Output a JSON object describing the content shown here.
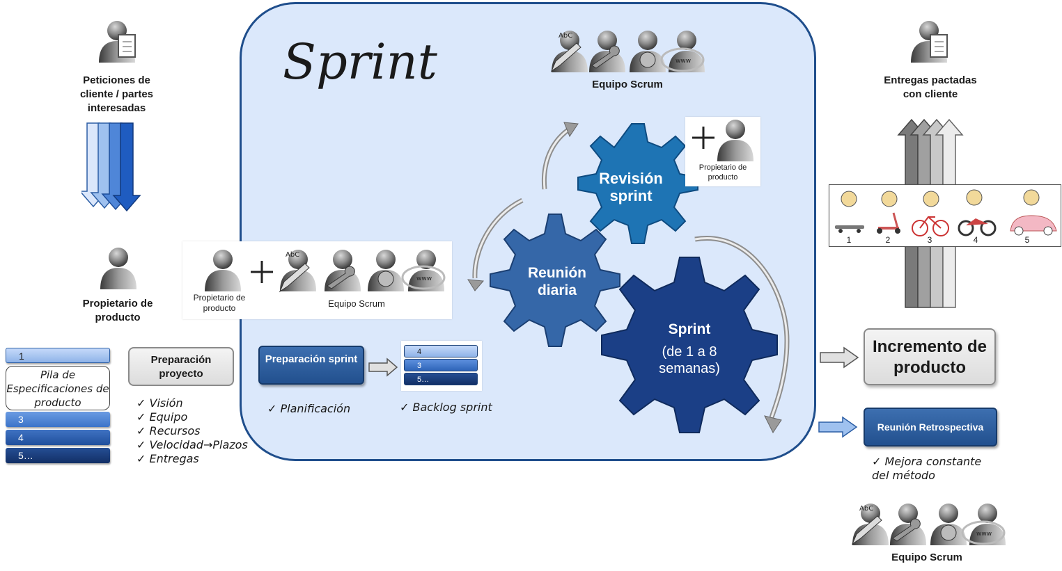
{
  "title": "Sprint",
  "left": {
    "requests_label": "Peticiones de cliente / partes interesadas",
    "owner_label": "Propietario de producto",
    "backlog": {
      "items": [
        "1",
        "3",
        "4",
        "5…"
      ],
      "label": "Pila de Especificaciones de producto"
    },
    "project_prep": {
      "label": "Preparación proyecto",
      "checklist": [
        "Visión",
        "Equipo",
        "Recursos",
        "Velocidad→Plazos",
        "Entregas"
      ]
    }
  },
  "center": {
    "team_top_label": "Equipo Scrum",
    "participants_card": {
      "owner_label": "Propietario de producto",
      "team_label": "Equipo Scrum"
    },
    "sprint_prep": {
      "label": "Preparación sprint",
      "check": "Planificación"
    },
    "sprint_backlog": {
      "items": [
        "4",
        "3",
        "5…"
      ],
      "check": "Backlog sprint"
    },
    "gears": {
      "review": "Revisión sprint",
      "daily": "Reunión diaria",
      "sprint_title": "Sprint",
      "sprint_duration": "(de 1 a 8 semanas)"
    },
    "review_owner_label": "Propietario de producto"
  },
  "right": {
    "deliveries_label": "Entregas pactadas con cliente",
    "stages": [
      "1",
      "2",
      "3",
      "4",
      "5"
    ],
    "increment_label": "Incremento de producto",
    "retro": {
      "label": "Reunión Retrospectiva",
      "check": "Mejora constante del método"
    },
    "team_label": "Equipo Scrum"
  },
  "colors": {
    "panel_border": "#1f4e8c",
    "panel_fill": "#dbe8fb",
    "gear_review": "#1e74b4",
    "gear_daily": "#3567a8",
    "gear_sprint": "#1b3f86"
  },
  "icons": [
    "person-icon",
    "clipboard-icon",
    "pencil-icon",
    "wrench-icon",
    "globe-icon",
    "www-icon",
    "plus-icon",
    "arrow-icon",
    "gear-icon",
    "skateboard-icon",
    "scooter-icon",
    "bicycle-icon",
    "motorbike-icon",
    "car-icon",
    "smiley-icon"
  ]
}
